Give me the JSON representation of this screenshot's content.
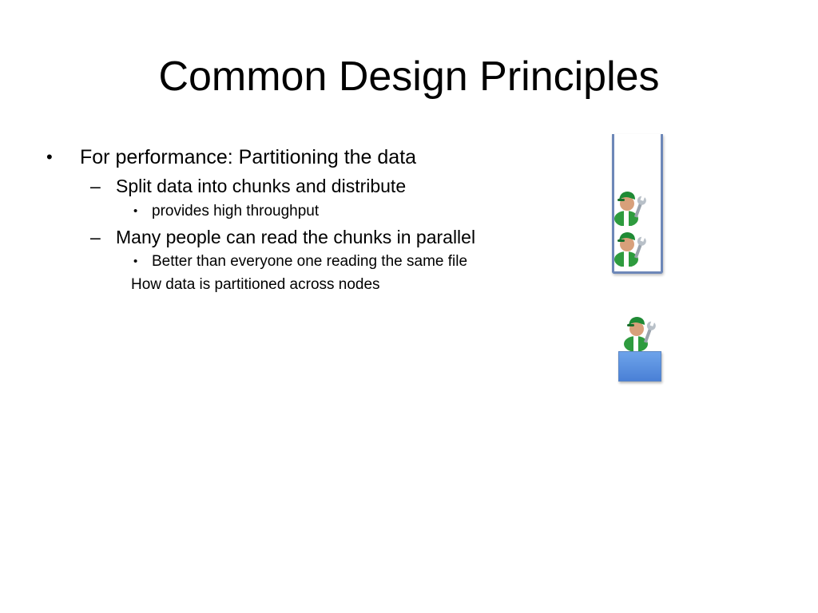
{
  "slide": {
    "title": "Common Design Principles",
    "bullets": [
      {
        "marker": "•",
        "text": "For performance: Partitioning the data"
      },
      {
        "marker": "–",
        "text": "Split data into chunks and distribute"
      },
      {
        "marker": "•",
        "text": "provides high throughput"
      },
      {
        "marker": "–",
        "text": "Many people can read the chunks in parallel"
      },
      {
        "marker": "•",
        "text": "Better than everyone one reading the same file"
      },
      {
        "text": "How data is partitioned across nodes"
      }
    ]
  },
  "diagram": {
    "icons": [
      "worker-icon",
      "worker-icon",
      "worker-icon"
    ],
    "colors": {
      "container_border": "#6d87b8",
      "node_fill": "#5a8fe0",
      "worker_shirt": "#2e9b3e"
    }
  }
}
